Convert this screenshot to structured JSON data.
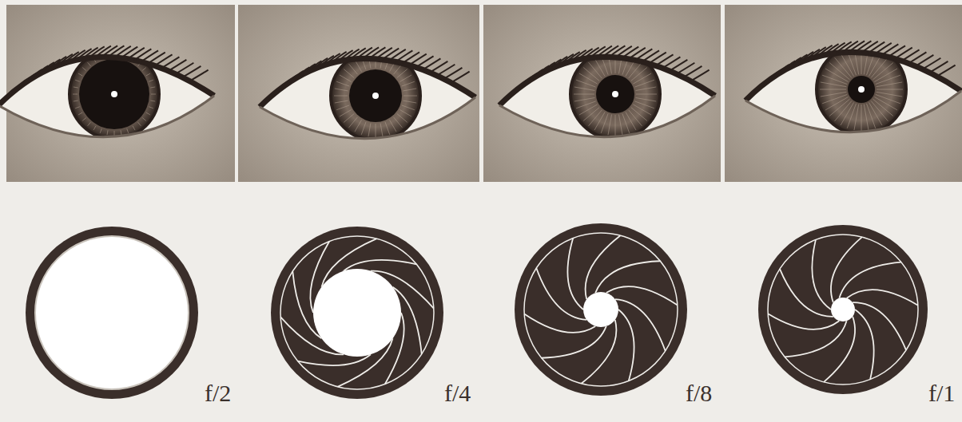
{
  "diagram": {
    "labels": [
      "f/2",
      "f/4",
      "f/8",
      "f/1"
    ]
  }
}
